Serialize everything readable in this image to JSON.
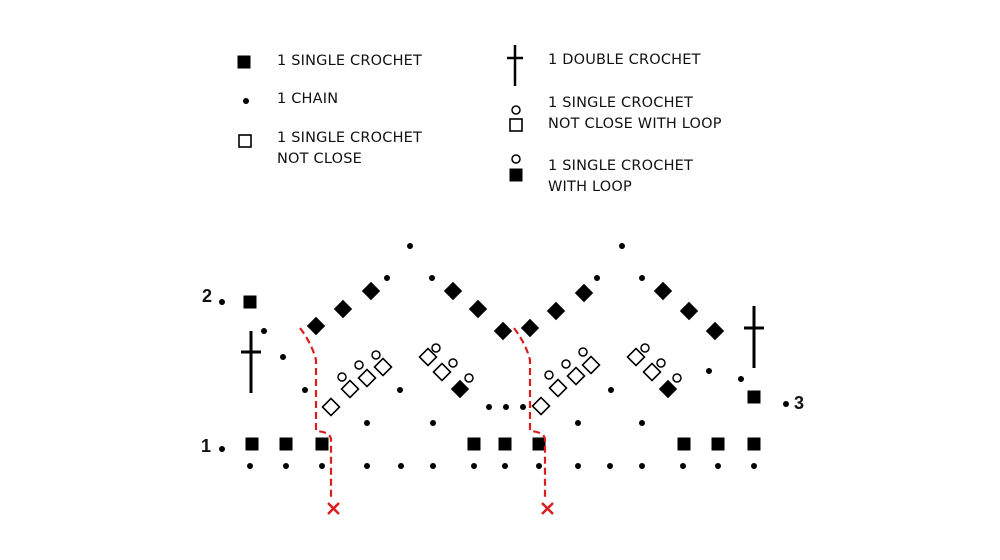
{
  "legend": {
    "single_crochet": "1 SINGLE CROCHET",
    "chain": "1 CHAIN",
    "sc_not_close_1": "1 SINGLE CROCHET",
    "sc_not_close_2": "NOT CLOSE",
    "double_crochet": "1 DOUBLE CROCHET",
    "sc_not_close_loop_1": "1 SINGLE CROCHET",
    "sc_not_close_loop_2": "NOT CLOSE WITH LOOP",
    "sc_loop_1": "1 SINGLE CROCHET",
    "sc_loop_2": "WITH LOOP"
  },
  "rows": {
    "row1": "1",
    "row2": "2",
    "row3": "3"
  },
  "colors": {
    "ink": "#000000",
    "marker": "#d81e1e"
  }
}
